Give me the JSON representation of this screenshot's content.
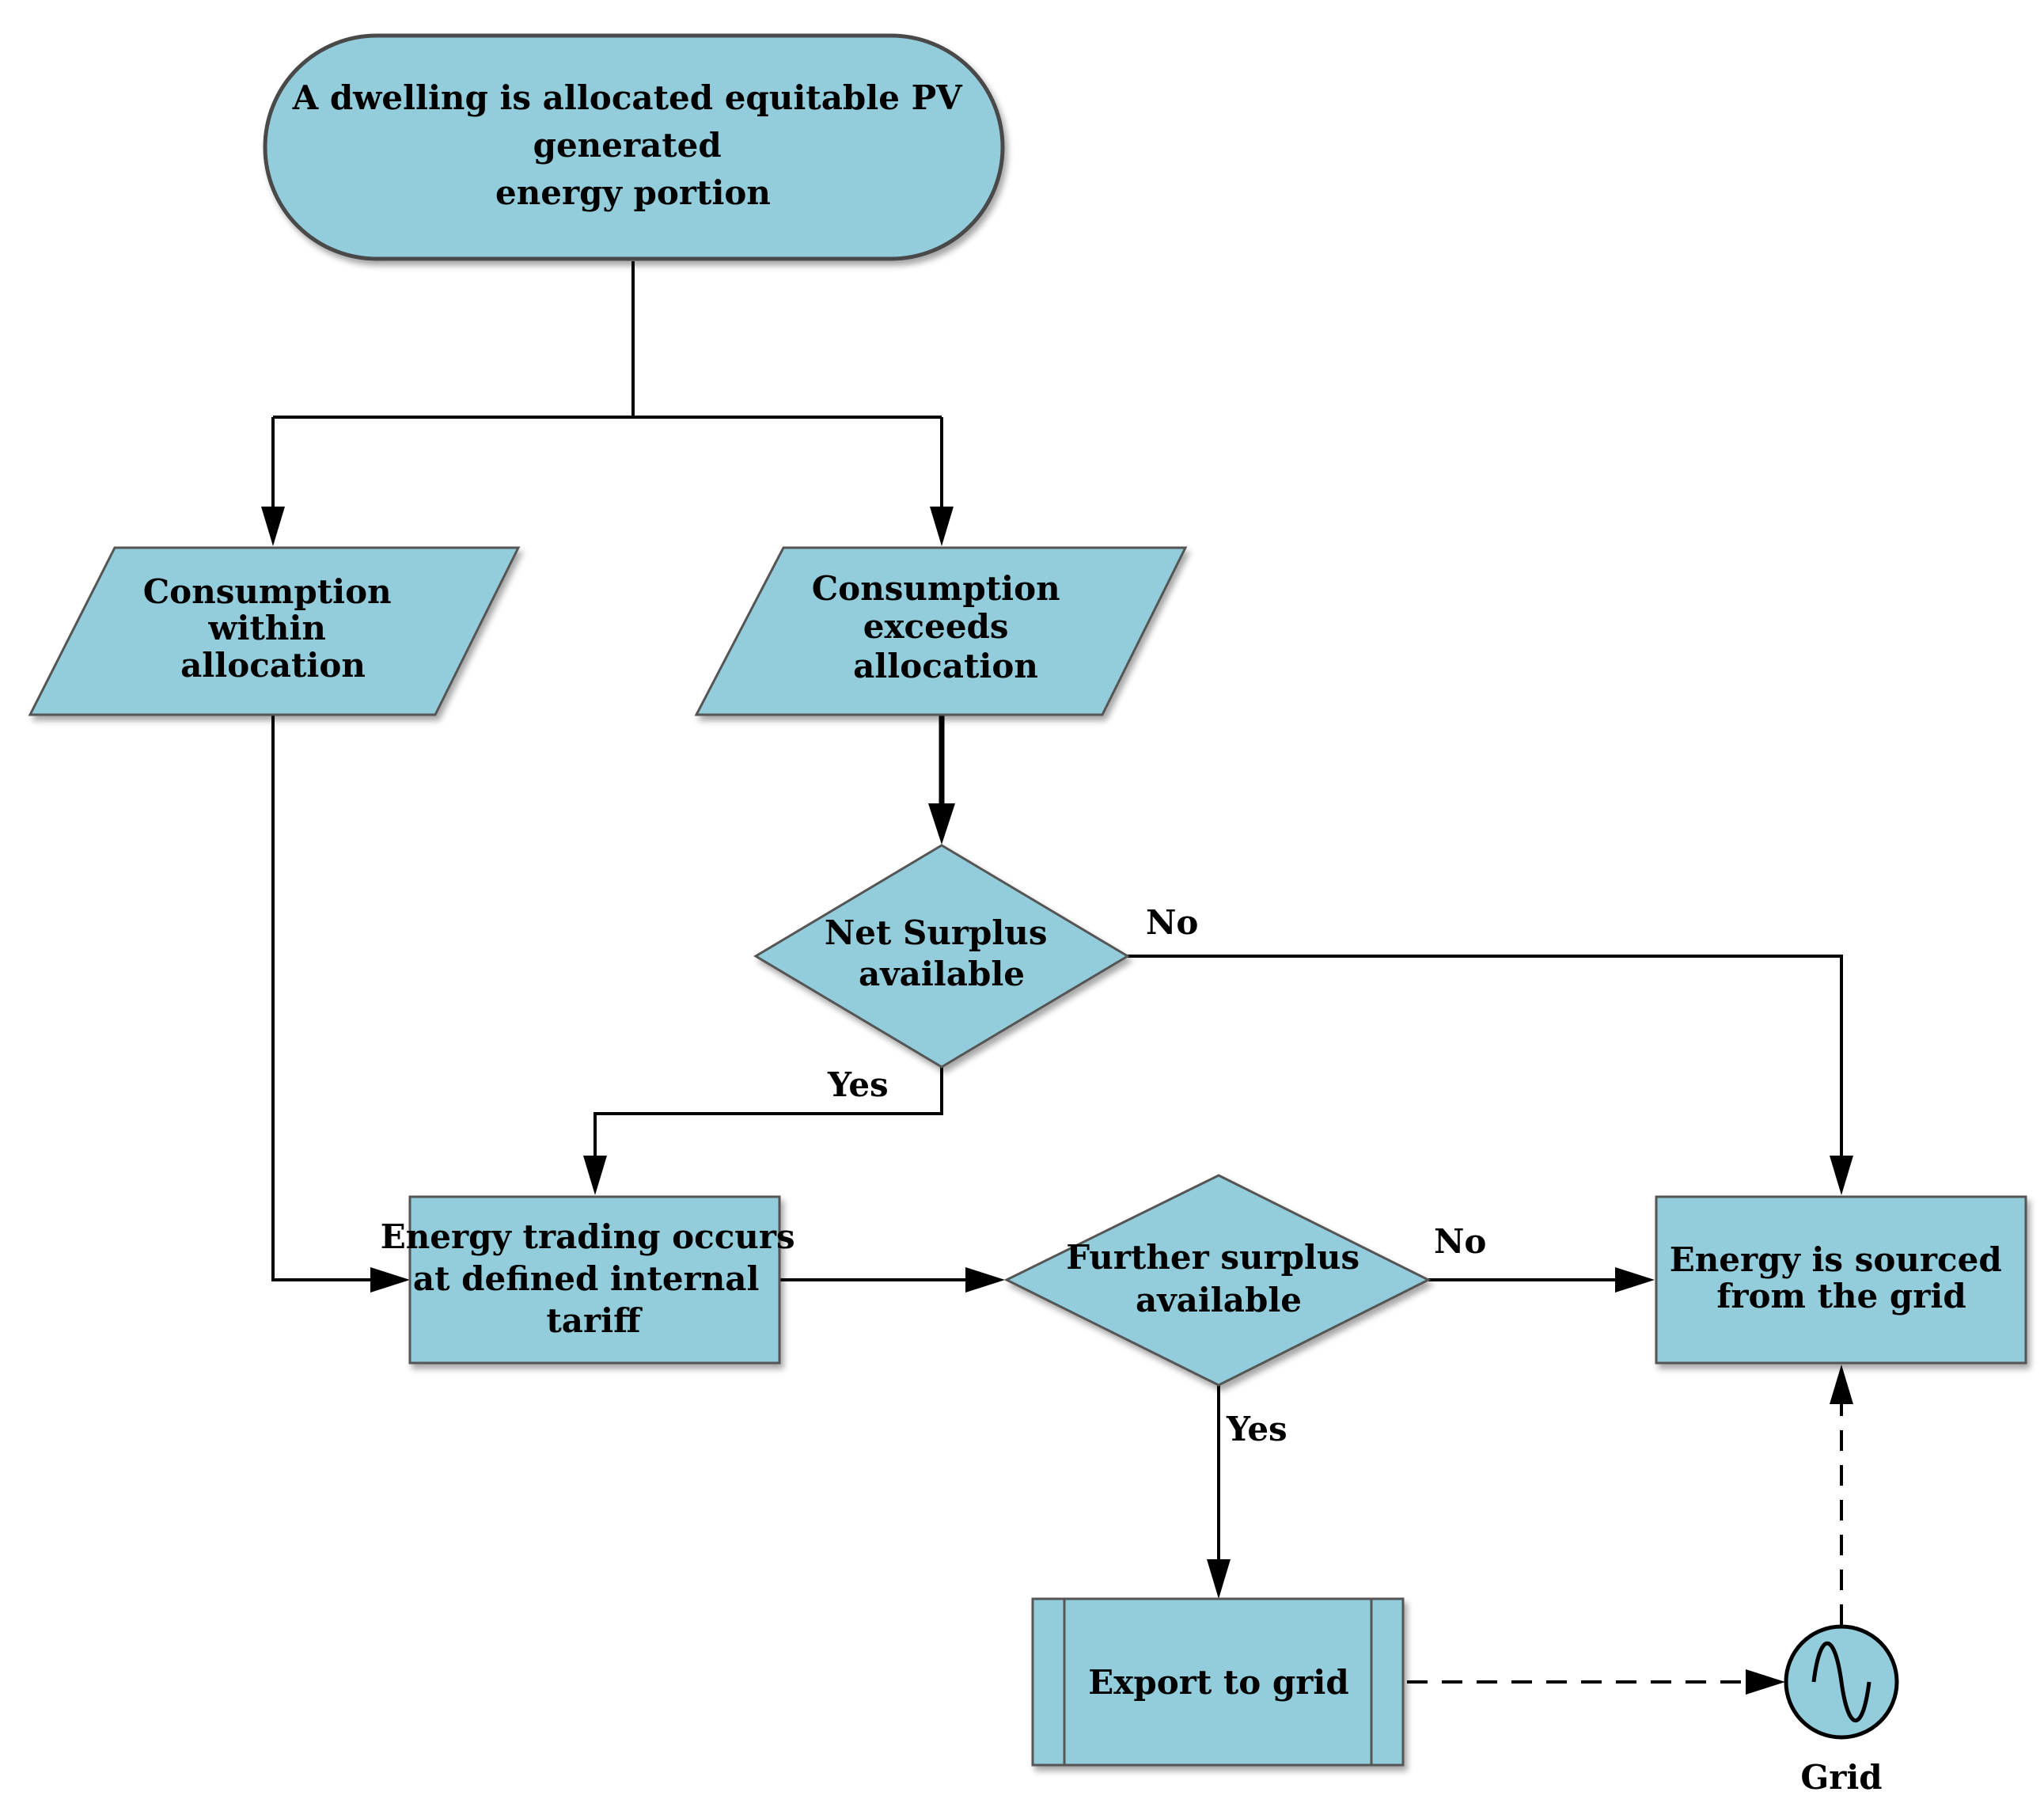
{
  "nodes": {
    "start": {
      "lines": [
        "A dwelling is allocated equitable PV",
        "generated",
        "energy portion"
      ]
    },
    "within": {
      "lines": [
        "Consumption",
        "within",
        "allocation"
      ]
    },
    "exceeds": {
      "lines": [
        "Consumption",
        "exceeds",
        "allocation"
      ]
    },
    "net_surplus": {
      "lines": [
        "Net Surplus",
        "available"
      ]
    },
    "trading": {
      "lines": [
        "Energy trading occurs",
        "at defined internal",
        "tariff"
      ]
    },
    "further_surplus": {
      "lines": [
        "Further surplus",
        "available"
      ]
    },
    "sourced": {
      "lines": [
        "Energy is sourced",
        "from the grid"
      ]
    },
    "export": {
      "lines": [
        "Export to grid"
      ]
    },
    "grid": {
      "label": "Grid",
      "icon": "ac-source-icon"
    }
  },
  "edge_labels": {
    "net_no": "No",
    "net_yes": "Yes",
    "further_no": "No",
    "further_yes": "Yes"
  },
  "colors": {
    "fill": "#93cddb",
    "stroke": "#555555",
    "line": "#000000"
  }
}
